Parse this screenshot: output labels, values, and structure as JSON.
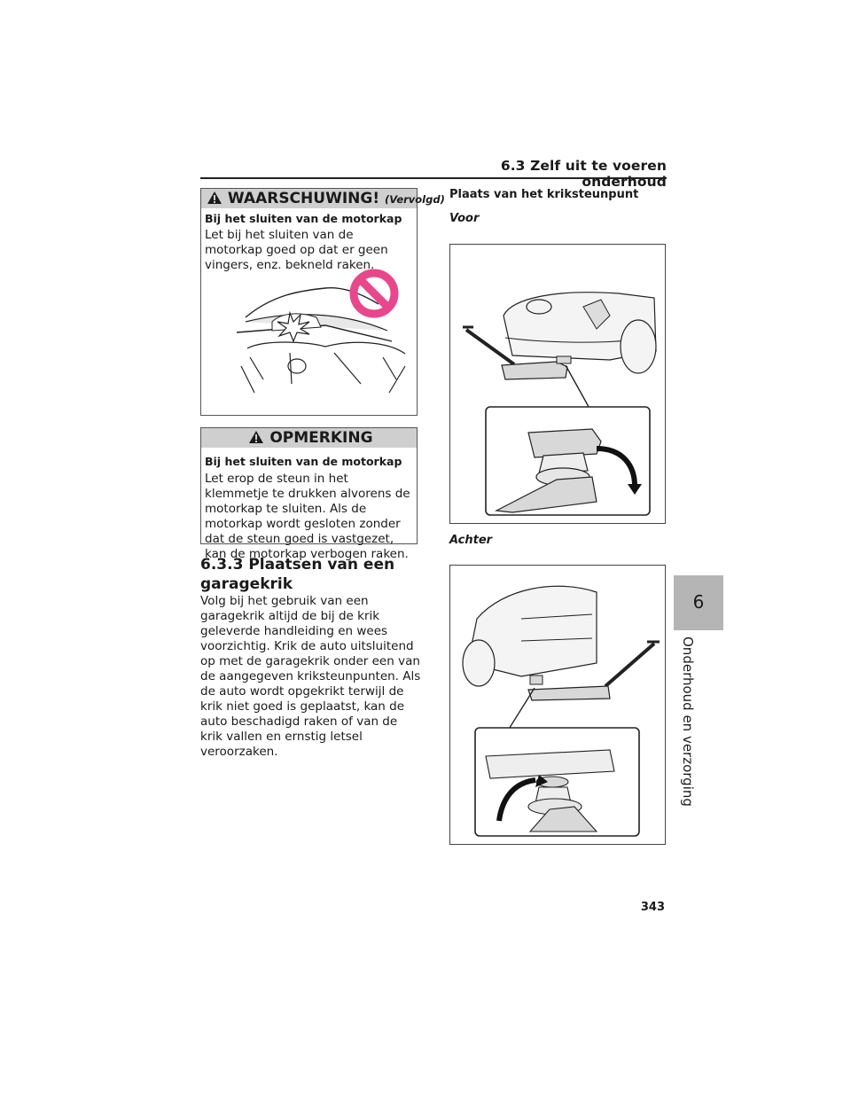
{
  "header": {
    "section_title": "6.3  Zelf uit te voeren onderhoud"
  },
  "warning": {
    "title": "WAARSCHUWING!",
    "title_suffix": "(Vervolgd)",
    "subheading": "Bij het sluiten van de motorkap",
    "text": "Let bij het sluiten van de motorkap goed op dat er geen vingers, enz. bekneld raken."
  },
  "note": {
    "title": "OPMERKING",
    "subheading": "Bij het sluiten van de motorkap",
    "text": "Let erop de steun in het klemmetje te drukken alvorens de motorkap te sluiten. Als de motorkap wordt gesloten zonder dat de steun goed is vastgezet, kan de motorkap verbogen raken."
  },
  "section": {
    "heading": "6.3.3  Plaatsen van een garagekrik",
    "body": "Volg bij het gebruik van een garagekrik altijd de bij de krik geleverde handleiding en wees voorzichtig. Krik de auto uitsluitend op met de garagekrik onder een van de aangegeven kriksteunpunten. Als de auto wordt opgekrikt terwijl de krik niet goed is geplaatst, kan de auto beschadigd raken of van de krik vallen en ernstig letsel veroorzaken."
  },
  "right": {
    "heading": "Plaats van het kriksteunpunt",
    "front_label": "Voor",
    "rear_label": "Achter"
  },
  "chapter_tab": {
    "number": "6",
    "title": "Onderhoud en verzorging"
  },
  "page_number": "343",
  "colors": {
    "prohibit_pink": "#e8478b",
    "tab_gray": "#b5b5b5",
    "box_header_gray": "#cfcfcf",
    "jack_gray": "#d8d8d8"
  }
}
